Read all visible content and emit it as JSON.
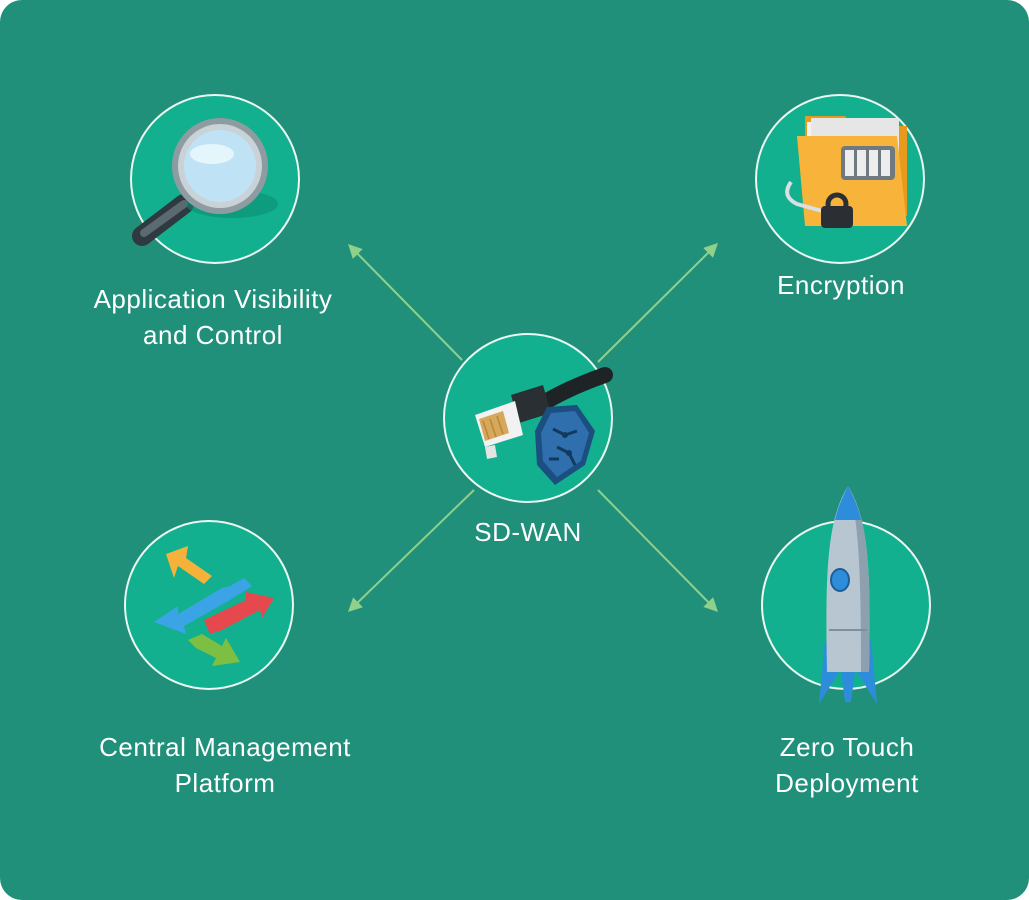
{
  "center": {
    "label": "SD-WAN",
    "icon": "ethernet-cable-chip-icon"
  },
  "features": [
    {
      "id": "app-visibility",
      "lines": [
        "Application Visibility",
        "and Control"
      ],
      "icon": "magnifying-glass-icon"
    },
    {
      "id": "encryption",
      "lines": [
        "Encryption"
      ],
      "icon": "locked-folder-icon"
    },
    {
      "id": "central-management",
      "lines": [
        "Central Management",
        "Platform"
      ],
      "icon": "routing-arrows-icon"
    },
    {
      "id": "zero-touch",
      "lines": [
        "Zero Touch",
        "Deployment"
      ],
      "icon": "rocket-icon"
    }
  ],
  "colors": {
    "background": "#20907A",
    "circle_fill": "#12B08E",
    "circle_border": "#EAF7F2",
    "arrow": "#8FD08B",
    "text": "#FFFFFF"
  }
}
